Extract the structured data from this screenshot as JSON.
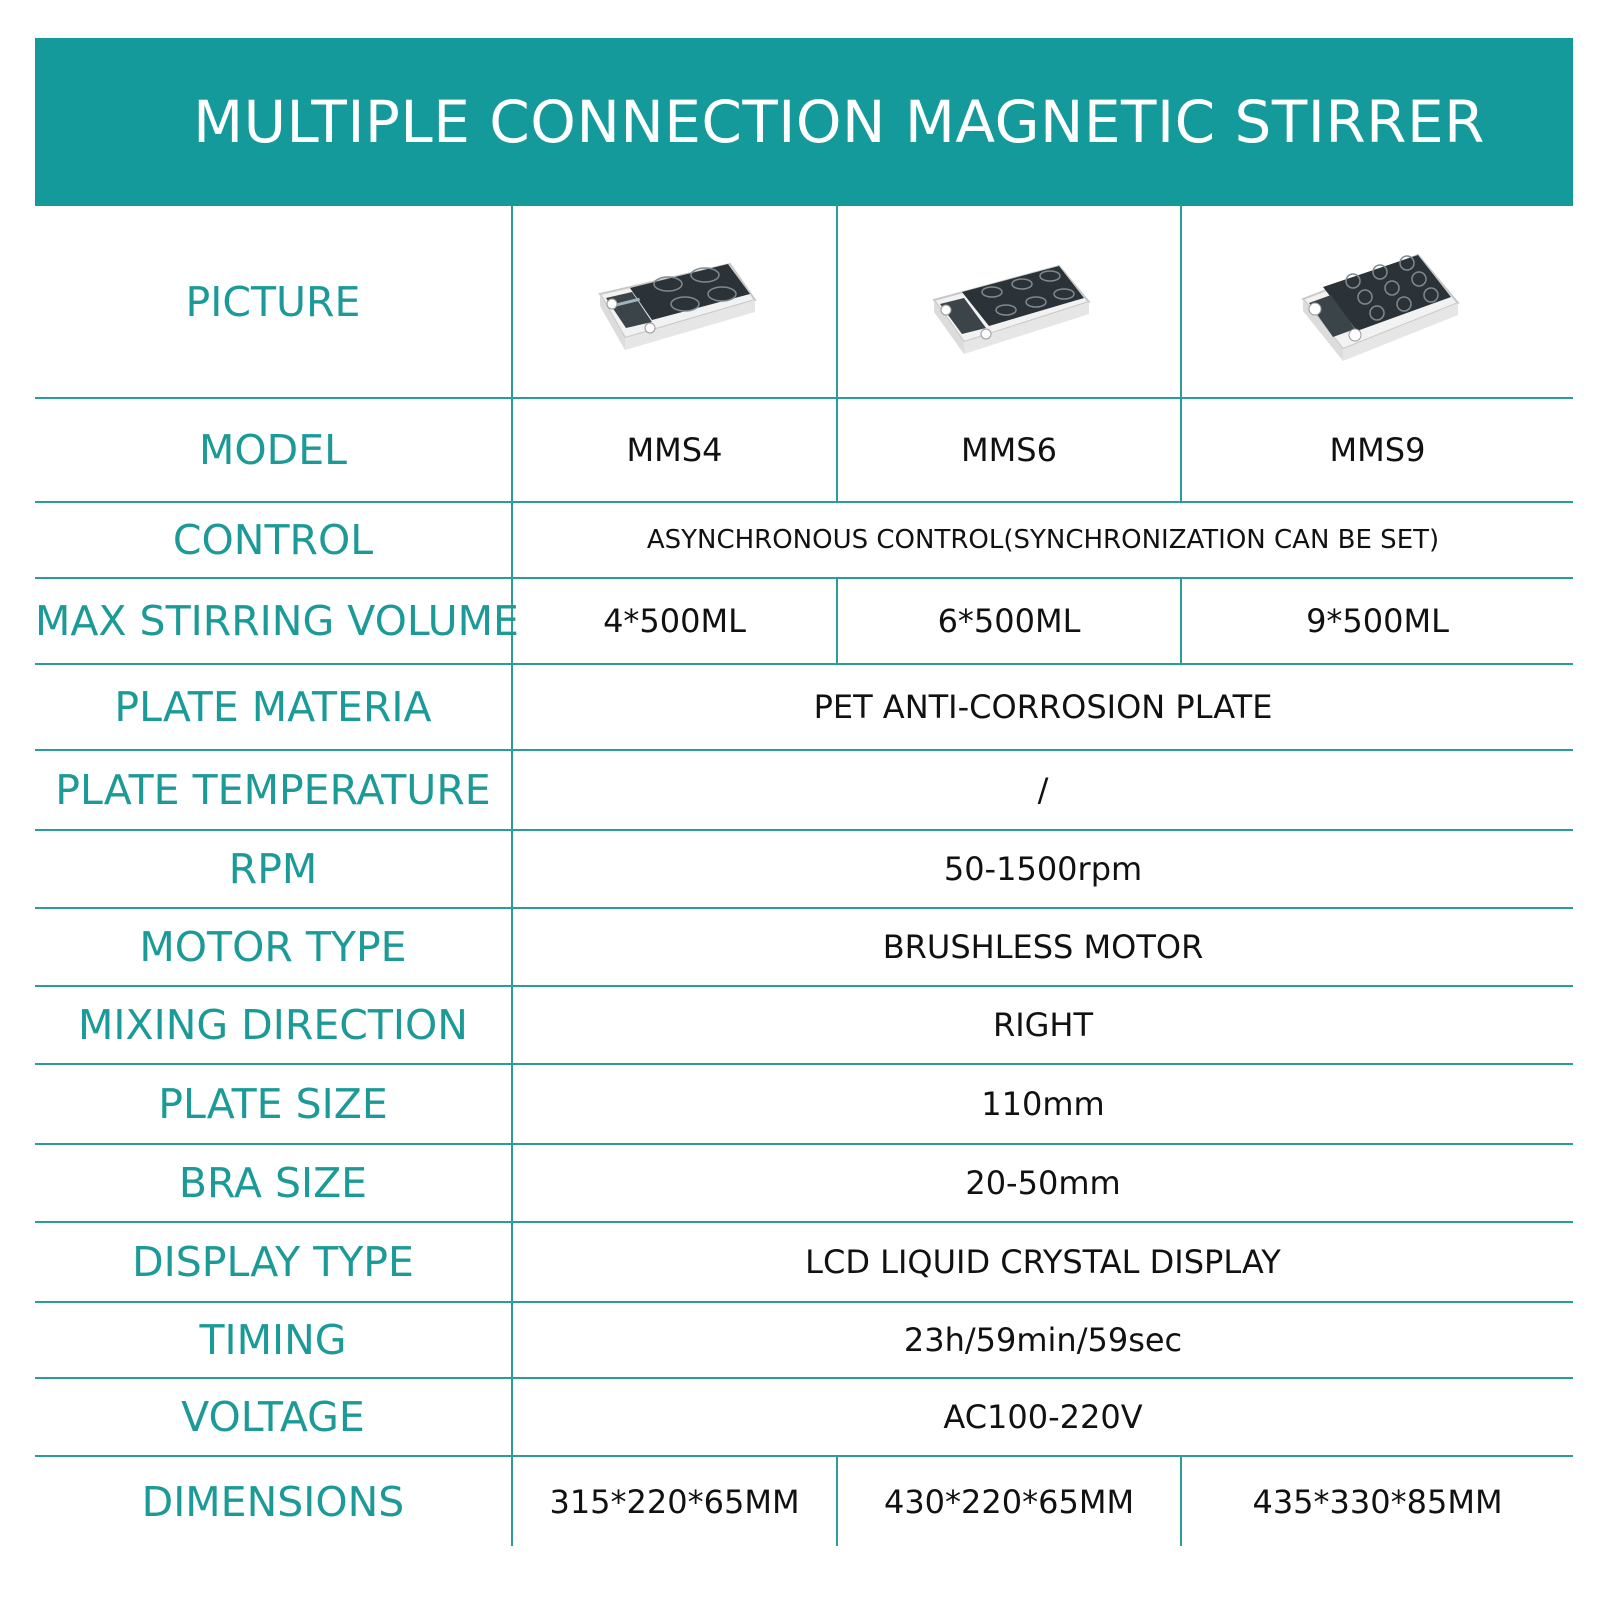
{
  "header": {
    "title": "MULTIPLE CONNECTION MAGNETIC STIRRER"
  },
  "colors": {
    "accent": "#159a9c",
    "label": "#1c9a98",
    "grid": "#2a9d9b",
    "text": "#111111"
  },
  "rows": {
    "picture": {
      "label": "PICTURE",
      "icons": [
        "stirrer-4-plate-icon",
        "stirrer-6-plate-icon",
        "stirrer-9-plate-icon"
      ]
    },
    "model": {
      "label": "MODEL",
      "values": [
        "MMS4",
        "MMS6",
        "MMS9"
      ]
    },
    "control": {
      "label": "CONTROL",
      "value": "ASYNCHRONOUS CONTROL(SYNCHRONIZATION CAN BE SET)"
    },
    "volume": {
      "label": "MAX STIRRING VOLUME",
      "values": [
        "4*500ML",
        "6*500ML",
        "9*500ML"
      ]
    },
    "material": {
      "label": "PLATE MATERIA",
      "value": "PET ANTI-CORROSION PLATE"
    },
    "temperature": {
      "label": "PLATE TEMPERATURE",
      "value": "/"
    },
    "rpm": {
      "label": "RPM",
      "value": "50-1500rpm"
    },
    "motor": {
      "label": "MOTOR TYPE",
      "value": "BRUSHLESS MOTOR"
    },
    "direction": {
      "label": "MIXING DIRECTION",
      "value": "RIGHT"
    },
    "plate_size": {
      "label": "PLATE SIZE",
      "value": "110mm"
    },
    "bra_size": {
      "label": "BRA SIZE",
      "value": "20-50mm"
    },
    "display": {
      "label": "DISPLAY TYPE",
      "value": "LCD LIQUID CRYSTAL DISPLAY"
    },
    "timing": {
      "label": "TIMING",
      "value": "23h/59min/59sec"
    },
    "voltage": {
      "label": "VOLTAGE",
      "value": "AC100-220V"
    },
    "dimensions": {
      "label": "DIMENSIONS",
      "values": [
        "315*220*65MM",
        "430*220*65MM",
        "435*330*85MM"
      ]
    }
  }
}
